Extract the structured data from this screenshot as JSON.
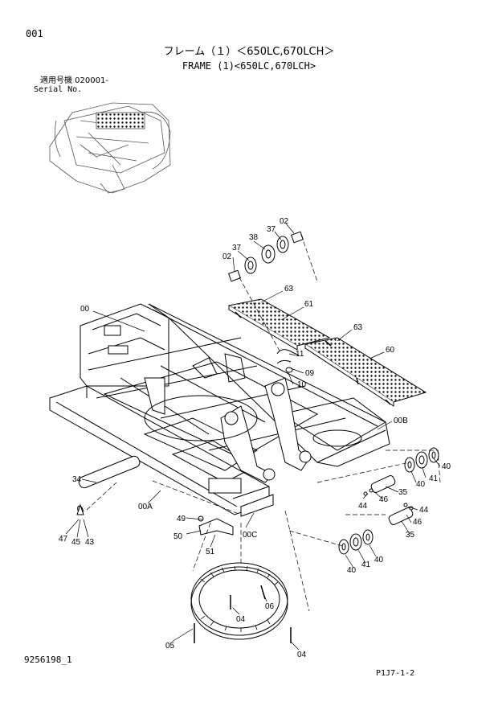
{
  "header": {
    "page_number": "001",
    "title_jp": "フレーム（１）＜650LC,670LCH＞",
    "title_en": "FRAME (1)<650LC,670LCH>",
    "serial_label_jp": "適用号機 020001-",
    "serial_label_en": "Serial No."
  },
  "footer": {
    "drawing_number": "9256198_1",
    "page_code": "P1J7-1-2"
  },
  "callouts": {
    "c00": "00",
    "c00A": "00A",
    "c00B": "00B",
    "c00C": "00C",
    "c02a": "02",
    "c02b": "02",
    "c37a": "37",
    "c37b": "37",
    "c38": "38",
    "c63a": "63",
    "c63b": "63",
    "c61": "61",
    "c60": "60",
    "c11": "11",
    "c09": "09",
    "c10": "10",
    "c40a": "40",
    "c40b": "40",
    "c40c": "40",
    "c40d": "40",
    "c41a": "41",
    "c41b": "41",
    "c35a": "35",
    "c35b": "35",
    "c46a": "46",
    "c46b": "46",
    "c44a": "44",
    "c44b": "44",
    "c34": "34",
    "c47": "47",
    "c45": "45",
    "c43": "43",
    "c49": "49",
    "c50": "50",
    "c51": "51",
    "c04a": "04",
    "c04b": "04",
    "c05": "05",
    "c06": "06"
  }
}
